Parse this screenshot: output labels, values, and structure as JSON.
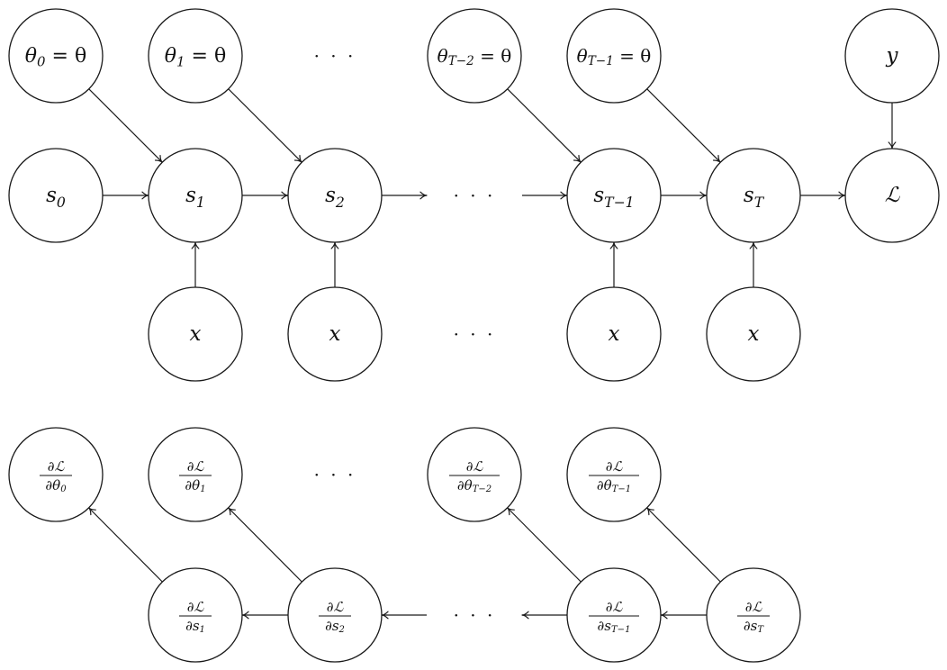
{
  "nodes": {
    "theta0": {
      "pre": "θ",
      "sub": "0",
      "post": " = θ"
    },
    "theta1": {
      "pre": "θ",
      "sub": "1",
      "post": " = θ"
    },
    "thetaT2": {
      "pre": "θ",
      "sub": "T−2",
      "post": " = θ"
    },
    "thetaT1": {
      "pre": "θ",
      "sub": "T−1",
      "post": " = θ"
    },
    "y": {
      "pre": "y"
    },
    "s0": {
      "pre": "s",
      "sub": "0"
    },
    "s1": {
      "pre": "s",
      "sub": "1"
    },
    "s2": {
      "pre": "s",
      "sub": "2"
    },
    "sT1": {
      "pre": "s",
      "sub": "T−1"
    },
    "sT": {
      "pre": "s",
      "sub": "T"
    },
    "L": {
      "pre": "ℒ"
    },
    "x1": {
      "pre": "x"
    },
    "x2": {
      "pre": "x"
    },
    "xT1": {
      "pre": "x"
    },
    "xT": {
      "pre": "x"
    }
  },
  "grads": {
    "g_theta0": {
      "num": "∂ℒ",
      "den_pre": "∂θ",
      "den_sub": "0"
    },
    "g_theta1": {
      "num": "∂ℒ",
      "den_pre": "∂θ",
      "den_sub": "1"
    },
    "g_thetaT2": {
      "num": "∂ℒ",
      "den_pre": "∂θ",
      "den_sub": "T−2"
    },
    "g_thetaT1": {
      "num": "∂ℒ",
      "den_pre": "∂θ",
      "den_sub": "T−1"
    },
    "g_s1": {
      "num": "∂ℒ",
      "den_pre": "∂s",
      "den_sub": "1"
    },
    "g_s2": {
      "num": "∂ℒ",
      "den_pre": "∂s",
      "den_sub": "2"
    },
    "g_sT1": {
      "num": "∂ℒ",
      "den_pre": "∂s",
      "den_sub": "T−1"
    },
    "g_sT": {
      "num": "∂ℒ",
      "den_pre": "∂s",
      "den_sub": "T"
    }
  },
  "ellipsis": "· · ·",
  "colors": {
    "stroke": "#1a1a1a",
    "background": "#ffffff"
  }
}
